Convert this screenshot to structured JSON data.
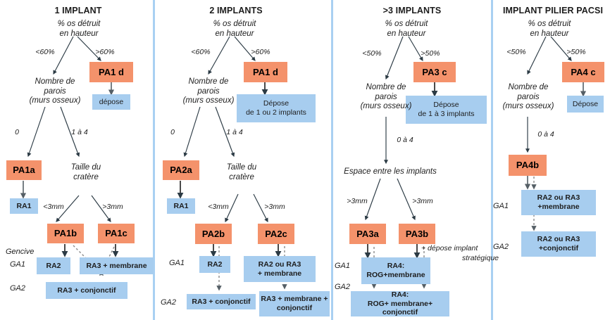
{
  "meta": {
    "colors": {
      "orange_box": "#f4926b",
      "blue_box": "#a7cdef",
      "divider": "#a9d0f2",
      "arrow": "#2b3a44",
      "dashed_arrow": "#8f8f8f",
      "background": "#ffffff"
    }
  },
  "columns": [
    {
      "id": "col1",
      "title": "1 IMPLANT",
      "root": "% os détruit\nen hauteur",
      "root_line1": "% os détruit",
      "root_line2": "en hauteur",
      "edges": {
        "left_pct": "<60%",
        "right_pct": ">60%",
        "walls_zero": "0",
        "walls_one_to_four": "1 à 4",
        "crater_small": "<3mm",
        "crater_large": ">3mm"
      },
      "decisions": {
        "walls_l1": "Nombre de",
        "walls_l2": "parois",
        "walls_l3": "(murs osseux)",
        "crater_l1": "Taille du",
        "crater_l2": "cratère"
      },
      "side_labels": {
        "gencive": "Gencive",
        "ga1": "GA1",
        "ga2": "GA2"
      },
      "boxes": {
        "pa1d": "PA1 d",
        "depose": "dépose",
        "pa1a": "PA1a",
        "ra1": "RA1",
        "pa1b": "PA1b",
        "pa1c": "PA1c",
        "ra2": "RA2",
        "ra3_membrane": "RA3 + membrane",
        "ra3_conjonctif": "RA3 + conjonctif"
      }
    },
    {
      "id": "col2",
      "title": "2 IMPLANTS",
      "root_line1": "% os détruit",
      "root_line2": "en hauteur",
      "edges": {
        "left_pct": "<60%",
        "right_pct": ">60%",
        "walls_zero": "0",
        "walls_one_to_four": "1 à 4",
        "crater_small": "<3mm",
        "crater_large": ">3mm"
      },
      "decisions": {
        "walls_l1": "Nombre de",
        "walls_l2": "parois",
        "walls_l3": "(murs osseux)",
        "crater_l1": "Taille du",
        "crater_l2": "cratère"
      },
      "side_labels": {
        "ga1": "GA1",
        "ga2": "GA2"
      },
      "boxes": {
        "pa1d": "PA1 d",
        "depose_l1": "Dépose",
        "depose_l2": "de 1 ou 2 implants",
        "pa2a": "PA2a",
        "ra1": "RA1",
        "pa2b": "PA2b",
        "pa2c": "PA2c",
        "ra2": "RA2",
        "ra2_ra3_membrane_l1": "RA2 ou RA3",
        "ra2_ra3_membrane_l2": "+ membrane",
        "ra3_conjonctif": "RA3 + conjonctif",
        "ra3_membrane_conjonctif_l1": "RA3 + membrane +",
        "ra3_membrane_conjonctif_l2": "conjonctif"
      }
    },
    {
      "id": "col3",
      "title": ">3 IMPLANTS",
      "root_line1": "% os détruit",
      "root_line2": "en hauteur",
      "edges": {
        "left_pct": "<50%",
        "right_pct": ">50%",
        "walls_zero_to_four": "0 à 4",
        "space_left": ">3mm",
        "space_right": ">3mm"
      },
      "decisions": {
        "walls_l1": "Nombre de",
        "walls_l2": "parois",
        "walls_l3": "(murs osseux)",
        "space": "Espace entre les implants"
      },
      "annotation_l1": "+ dépose implant",
      "annotation_l2": "stratégique",
      "side_labels": {
        "ga1": "GA1",
        "ga2": "GA2"
      },
      "boxes": {
        "pa3c": "PA3 c",
        "depose_l1": "Dépose",
        "depose_l2": "de 1 à 3 implants",
        "pa3a": "PA3a",
        "pa3b": "PA3b",
        "ra4_rog_membrane_l1": "RA4:",
        "ra4_rog_membrane_l2": "ROG+membrane",
        "ra4_rog_membrane_conj_l1": "RA4:",
        "ra4_rog_membrane_conj_l2": "ROG+ membrane+ conjonctif"
      }
    },
    {
      "id": "col4",
      "title": "IMPLANT PILIER PACSI",
      "root_line1": "% os détruit",
      "root_line2": "en hauteur",
      "edges": {
        "left_pct": "<50%",
        "right_pct": ">50%",
        "walls_zero_to_four": "0 à 4"
      },
      "decisions": {
        "walls_l1": "Nombre de",
        "walls_l2": "parois",
        "walls_l3": "(murs osseux)"
      },
      "side_labels": {
        "ga1": "GA1",
        "ga2": "GA2"
      },
      "boxes": {
        "pa4c": "PA4 c",
        "depose": "Dépose",
        "pa4b": "PA4b",
        "ra2_ra3_membrane_l1": "RA2 ou RA3",
        "ra2_ra3_membrane_l2": "+membrane",
        "ra2_ra3_conjonctif_l1": "RA2 ou RA3",
        "ra2_ra3_conjonctif_l2": "+conjonctif"
      }
    }
  ]
}
